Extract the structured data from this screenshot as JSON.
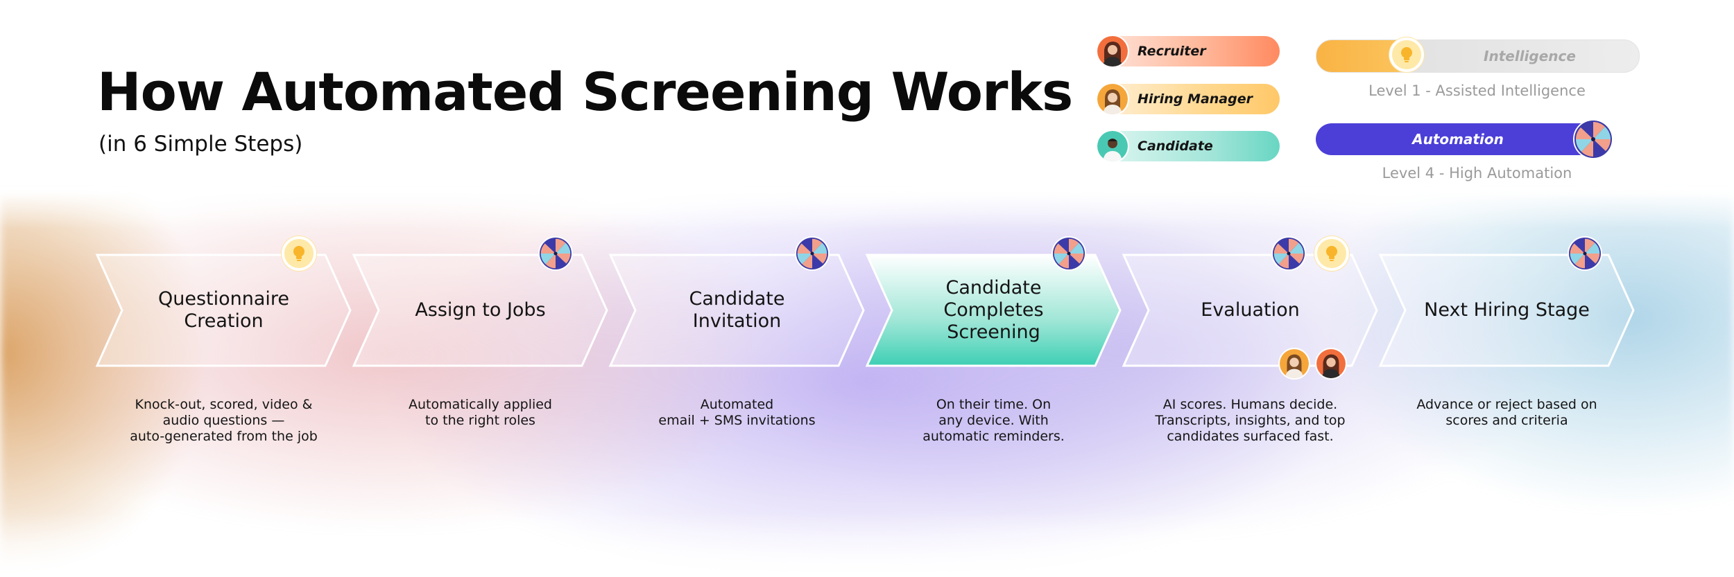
{
  "header": {
    "title": "How Automated Screening Works",
    "subtitle": "(in 6 Simple Steps)"
  },
  "roles": [
    {
      "label": "Recruiter",
      "color": "#ff8a60",
      "icon": "recruiter-avatar-icon"
    },
    {
      "label": "Hiring Manager",
      "color": "#ffc868",
      "icon": "hiring-manager-avatar-icon"
    },
    {
      "label": "Candidate",
      "color": "#69d6c3",
      "icon": "candidate-avatar-icon"
    }
  ],
  "levels": {
    "intelligence": {
      "label": "Intelligence",
      "caption": "Level 1 - Assisted Intelligence",
      "color": "#f9b344",
      "icon": "lightbulb-icon"
    },
    "automation": {
      "label": "Automation",
      "caption": "Level 4 - High Automation",
      "color": "#4b3fd8",
      "icon": "pinwheel-icon"
    }
  },
  "steps": [
    {
      "title_lines": [
        "Questionnaire",
        "Creation"
      ],
      "desc_lines": [
        "Knock-out, scored, video &",
        "audio questions —",
        "auto-generated from the job"
      ],
      "badges": [
        "lightbulb-icon"
      ]
    },
    {
      "title_lines": [
        "Assign to Jobs"
      ],
      "desc_lines": [
        "Automatically applied",
        "to the right roles"
      ],
      "badges": [
        "pinwheel-icon"
      ]
    },
    {
      "title_lines": [
        "Candidate",
        "Invitation"
      ],
      "desc_lines": [
        "Automated",
        "email + SMS invitations"
      ],
      "badges": [
        "pinwheel-icon"
      ]
    },
    {
      "title_lines": [
        "Candidate",
        "Completes",
        "Screening"
      ],
      "desc_lines": [
        "On their time. On",
        "any device. With",
        "automatic reminders."
      ],
      "badges": [
        "pinwheel-icon"
      ],
      "highlight_color": "#3ecfb4"
    },
    {
      "title_lines": [
        "Evaluation"
      ],
      "desc_lines": [
        "AI scores. Humans decide.",
        "Transcripts, insights, and top",
        "candidates surfaced fast."
      ],
      "badges": [
        "pinwheel-icon",
        "lightbulb-icon"
      ],
      "roles_involved": [
        "hiring-manager-avatar-icon",
        "recruiter-avatar-icon"
      ]
    },
    {
      "title_lines": [
        "Next Hiring Stage"
      ],
      "desc_lines": [
        "Advance or reject based on",
        "scores and criteria"
      ],
      "badges": [
        "pinwheel-icon"
      ]
    }
  ]
}
